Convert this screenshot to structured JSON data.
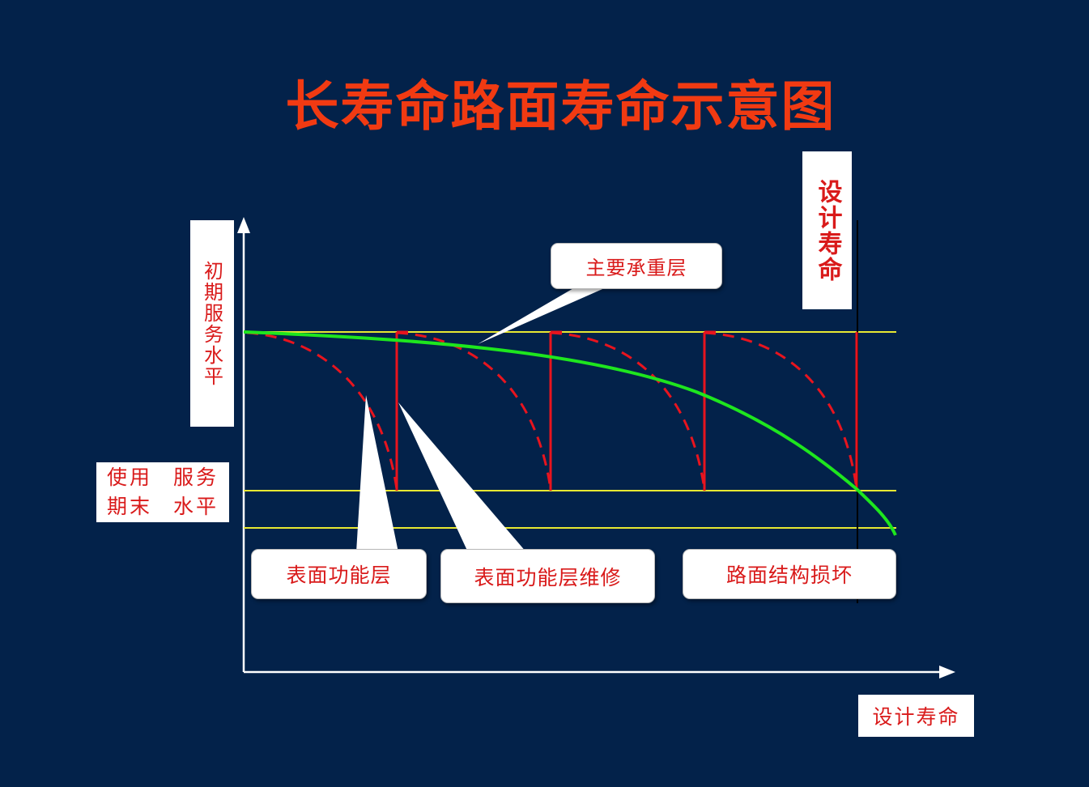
{
  "title": "长寿命路面寿命示意图",
  "y_axis_label": "初期服务水平",
  "end_level_label": [
    "使用期末",
    "服务水平"
  ],
  "design_life_label": "设计寿命",
  "x_axis_label": "设计寿命",
  "callouts": {
    "main_layer": "主要承重层",
    "surface_layer": "表面功能层",
    "surface_repair": "表面功能层维修",
    "structure_damage": "路面结构损坏"
  },
  "colors": {
    "background": "#03224a",
    "title": "#f13a12",
    "level_lines": "#e8e832",
    "main_curve": "#1ee61e",
    "repair_lines": "#e8141e",
    "axes": "#ffffff"
  }
}
